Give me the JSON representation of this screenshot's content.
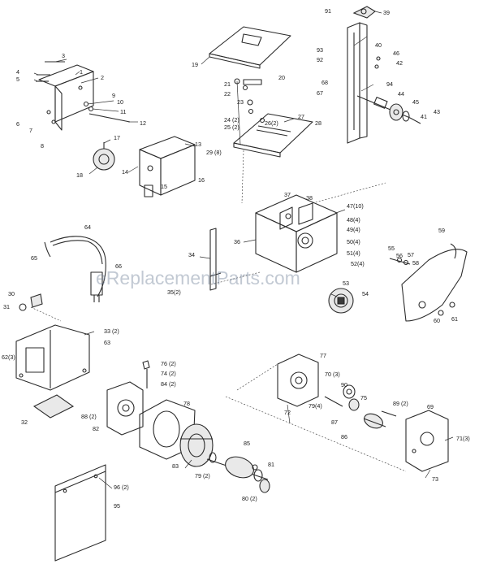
{
  "watermark": "eReplacementParts.com",
  "callouts": [
    {
      "id": "c1",
      "text": "1"
    },
    {
      "id": "c2",
      "text": "2"
    },
    {
      "id": "c3",
      "text": "3"
    },
    {
      "id": "c4",
      "text": "4"
    },
    {
      "id": "c5",
      "text": "5"
    },
    {
      "id": "c6",
      "text": "6"
    },
    {
      "id": "c7",
      "text": "7"
    },
    {
      "id": "c8",
      "text": "8"
    },
    {
      "id": "c9",
      "text": "9"
    },
    {
      "id": "c10",
      "text": "10"
    },
    {
      "id": "c11",
      "text": "11"
    },
    {
      "id": "c12",
      "text": "12"
    },
    {
      "id": "c13",
      "text": "13"
    },
    {
      "id": "c14",
      "text": "14"
    },
    {
      "id": "c15",
      "text": "15"
    },
    {
      "id": "c16",
      "text": "16"
    },
    {
      "id": "c17",
      "text": "17"
    },
    {
      "id": "c18",
      "text": "18"
    },
    {
      "id": "c19",
      "text": "19"
    },
    {
      "id": "c20",
      "text": "20"
    },
    {
      "id": "c21",
      "text": "21"
    },
    {
      "id": "c22",
      "text": "22"
    },
    {
      "id": "c23",
      "text": "23"
    },
    {
      "id": "c24",
      "text": "24 (2)"
    },
    {
      "id": "c25",
      "text": "25 (2)"
    },
    {
      "id": "c26",
      "text": "26(2)"
    },
    {
      "id": "c27",
      "text": "27"
    },
    {
      "id": "c28",
      "text": "28"
    },
    {
      "id": "c29",
      "text": "29 (8)"
    },
    {
      "id": "c30",
      "text": "30"
    },
    {
      "id": "c31",
      "text": "31"
    },
    {
      "id": "c32",
      "text": "32"
    },
    {
      "id": "c33",
      "text": "33 (2)"
    },
    {
      "id": "c34",
      "text": "34"
    },
    {
      "id": "c35",
      "text": "35(2)"
    },
    {
      "id": "c36",
      "text": "36"
    },
    {
      "id": "c37",
      "text": "37"
    },
    {
      "id": "c38",
      "text": "38"
    },
    {
      "id": "c39",
      "text": "39"
    },
    {
      "id": "c40",
      "text": "40"
    },
    {
      "id": "c41",
      "text": "41"
    },
    {
      "id": "c42",
      "text": "42"
    },
    {
      "id": "c43",
      "text": "43"
    },
    {
      "id": "c44",
      "text": "44"
    },
    {
      "id": "c45",
      "text": "45"
    },
    {
      "id": "c46",
      "text": "46"
    },
    {
      "id": "c47",
      "text": "47(10)"
    },
    {
      "id": "c48",
      "text": "48(4)"
    },
    {
      "id": "c49",
      "text": "49(4)"
    },
    {
      "id": "c50",
      "text": "50(4)"
    },
    {
      "id": "c51",
      "text": "51(4)"
    },
    {
      "id": "c52",
      "text": "52(4)"
    },
    {
      "id": "c53",
      "text": "53"
    },
    {
      "id": "c54",
      "text": "54"
    },
    {
      "id": "c55",
      "text": "55"
    },
    {
      "id": "c56",
      "text": "56"
    },
    {
      "id": "c57",
      "text": "57"
    },
    {
      "id": "c58",
      "text": "58"
    },
    {
      "id": "c59",
      "text": "59"
    },
    {
      "id": "c60",
      "text": "60"
    },
    {
      "id": "c61",
      "text": "61"
    },
    {
      "id": "c62",
      "text": "62(3)"
    },
    {
      "id": "c63",
      "text": "63"
    },
    {
      "id": "c64",
      "text": "64"
    },
    {
      "id": "c65",
      "text": "65"
    },
    {
      "id": "c66",
      "text": "66"
    },
    {
      "id": "c67",
      "text": "67"
    },
    {
      "id": "c68",
      "text": "68"
    },
    {
      "id": "c69",
      "text": "69"
    },
    {
      "id": "c70",
      "text": "70 (3)"
    },
    {
      "id": "c71",
      "text": "71(3)"
    },
    {
      "id": "c72",
      "text": "72"
    },
    {
      "id": "c73",
      "text": "73"
    },
    {
      "id": "c74",
      "text": "74 (2)"
    },
    {
      "id": "c75",
      "text": "75"
    },
    {
      "id": "c76",
      "text": "76 (2)"
    },
    {
      "id": "c77",
      "text": "77"
    },
    {
      "id": "c78",
      "text": "78"
    },
    {
      "id": "c79a",
      "text": "79(4)"
    },
    {
      "id": "c79b",
      "text": "79 (2)"
    },
    {
      "id": "c80",
      "text": "80 (2)"
    },
    {
      "id": "c81",
      "text": "81"
    },
    {
      "id": "c82",
      "text": "82"
    },
    {
      "id": "c83",
      "text": "83"
    },
    {
      "id": "c84",
      "text": "84 (2)"
    },
    {
      "id": "c85",
      "text": "85"
    },
    {
      "id": "c86",
      "text": "86"
    },
    {
      "id": "c87",
      "text": "87"
    },
    {
      "id": "c88",
      "text": "88 (2)"
    },
    {
      "id": "c89",
      "text": "89 (2)"
    },
    {
      "id": "c90",
      "text": "90"
    },
    {
      "id": "c91",
      "text": "91"
    },
    {
      "id": "c92",
      "text": "92"
    },
    {
      "id": "c93",
      "text": "93"
    },
    {
      "id": "c94",
      "text": "94"
    },
    {
      "id": "c95",
      "text": "95"
    },
    {
      "id": "c96",
      "text": "96 (2)"
    }
  ]
}
